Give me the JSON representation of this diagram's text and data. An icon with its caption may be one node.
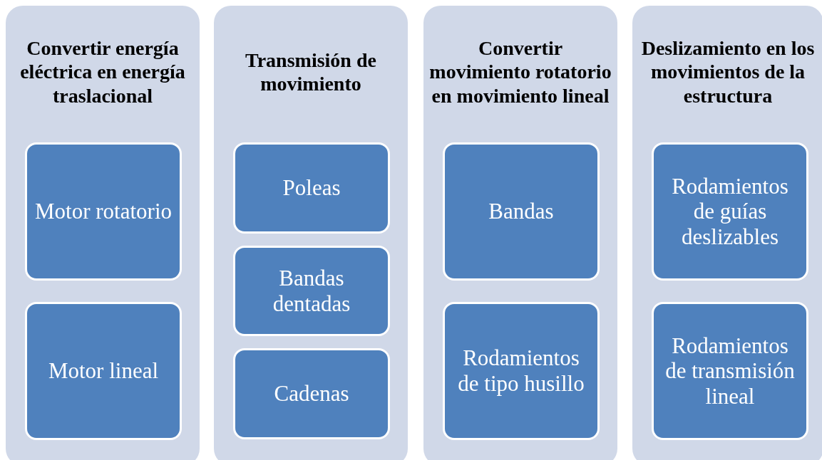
{
  "diagram": {
    "nodes": [
      {
        "text": [
          "Convertir energía eléctrica en energía traslacional"
        ]
      },
      {
        "text": [
          "Motor rotatorio"
        ],
        "in": 0
      },
      {
        "text": [
          "Motor lineal"
        ],
        "in": 0
      },
      {
        "text": [
          "Transmisión de movimiento"
        ]
      },
      {
        "text": [
          "Poleas"
        ],
        "in": 3
      },
      {
        "text": [
          "Bandas dentadas"
        ],
        "in": 3
      },
      {
        "text": [
          "Cadenas"
        ],
        "in": 3
      },
      {
        "text": [
          "Convertir movimiento rotatorio en movimiento lineal"
        ]
      },
      {
        "text": [
          "Bandas"
        ],
        "in": 7
      },
      {
        "text": [
          "Rodamientos de tipo husillo"
        ],
        "in": 7
      },
      {
        "text": [
          "Deslizamiento en los movimientos de la estructura"
        ]
      },
      {
        "text": [
          "Rodamientos de guías deslizables"
        ],
        "in": 10
      },
      {
        "text": [
          "Rodamientos de transmisión lineal"
        ],
        "in": 10
      }
    ]
  }
}
